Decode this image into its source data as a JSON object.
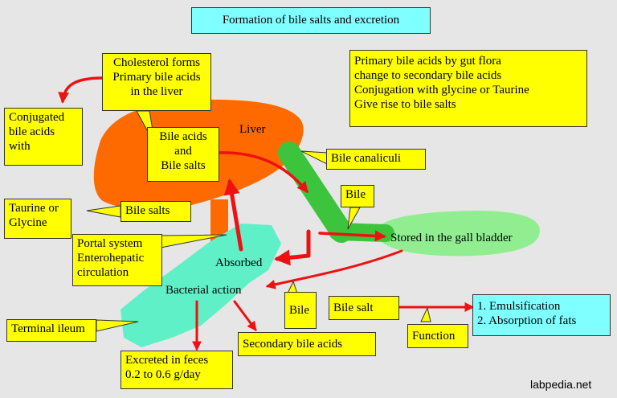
{
  "title": "Formation of bile salts and excretion",
  "boxes": {
    "cholesterol": "Cholesterol forms\nPrimary bile acids\nin the liver",
    "conjugated": "Conjugated\nbile acids\nwith",
    "taurine": "Taurine or\nGlycine",
    "bile_salts_left": "Bile salts",
    "bile_acids_salts": "Bile acids\nand\nBile salts",
    "portal": "Portal system\nEnterohepatic\ncirculation",
    "canaliculi": "Bile canaliculi",
    "bile_top": "Bile",
    "bile_bottom": "Bile",
    "primary_info": "Primary bile acids by gut flora\nchange to secondary bile acids\nConjugation with  glycine or Taurine\nGive rise to bile salts",
    "bile_salt": "Bile salt",
    "function": "Function",
    "functions_list": "1. Emulsification\n2. Absorption of fats",
    "terminal_ileum": "Terminal ileum",
    "excreted": "Excreted in feces\n0.2 to 0.6 g/day",
    "secondary": "Secondary bile acids"
  },
  "labels": {
    "liver": "Liver",
    "stored": "Stored in the gall bladder",
    "absorbed": "Absorbed",
    "bacterial": "Bacterial action"
  },
  "watermark": "labpedia.net",
  "colors": {
    "background": "#e6e6e6",
    "liver": "#ff6a00",
    "canaliculi": "#3cc43c",
    "gall_bladder": "#90ee90",
    "ileum": "#5ff0c8",
    "box_yellow": "#ffff00",
    "box_cyan": "#7fffff",
    "arrow_red": "#ee1111"
  }
}
